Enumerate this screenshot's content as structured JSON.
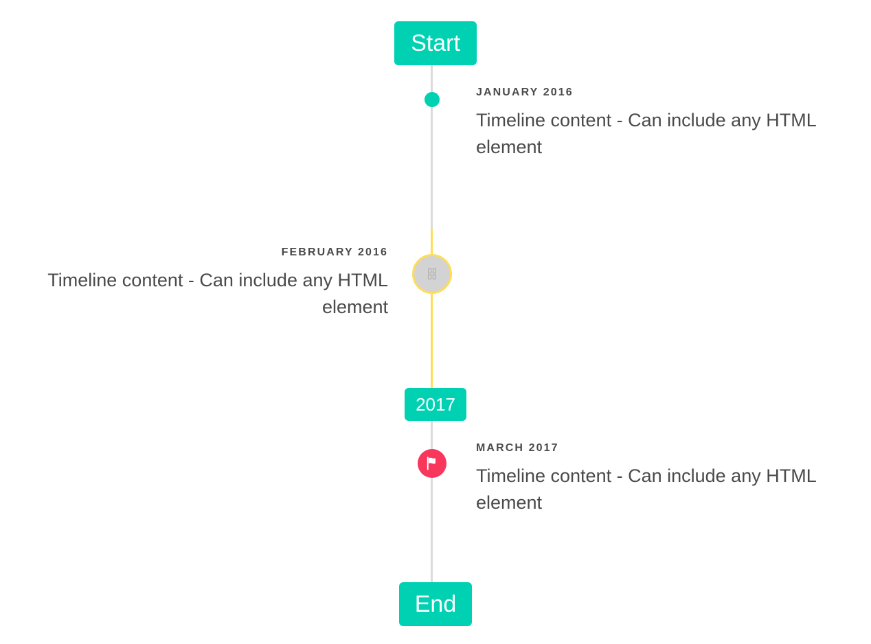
{
  "timeline": {
    "header_label": "Start",
    "footer_label": "End",
    "year_divider_label": "2017",
    "accent_color": "#00d1b2",
    "rail_color": "#dbdbdb",
    "highlight_color": "#ffdd57",
    "icon_marker_color": "#f9365b",
    "image_marker_fill": "#d3d3d3",
    "text_color": "#4a4a4a",
    "items": [
      {
        "side": "right",
        "heading": "JANUARY 2016",
        "body": "Timeline content - Can include any HTML element",
        "marker_type": "dot",
        "marker_icon": ""
      },
      {
        "side": "left",
        "heading": "FEBRUARY 2016",
        "body": "Timeline content - Can include any HTML element",
        "marker_type": "image",
        "marker_icon": "missing-glyph-icon"
      },
      {
        "side": "right",
        "heading": "MARCH 2017",
        "body": "Timeline content - Can include any HTML element",
        "marker_type": "icon",
        "marker_icon": "flag-icon"
      }
    ]
  }
}
